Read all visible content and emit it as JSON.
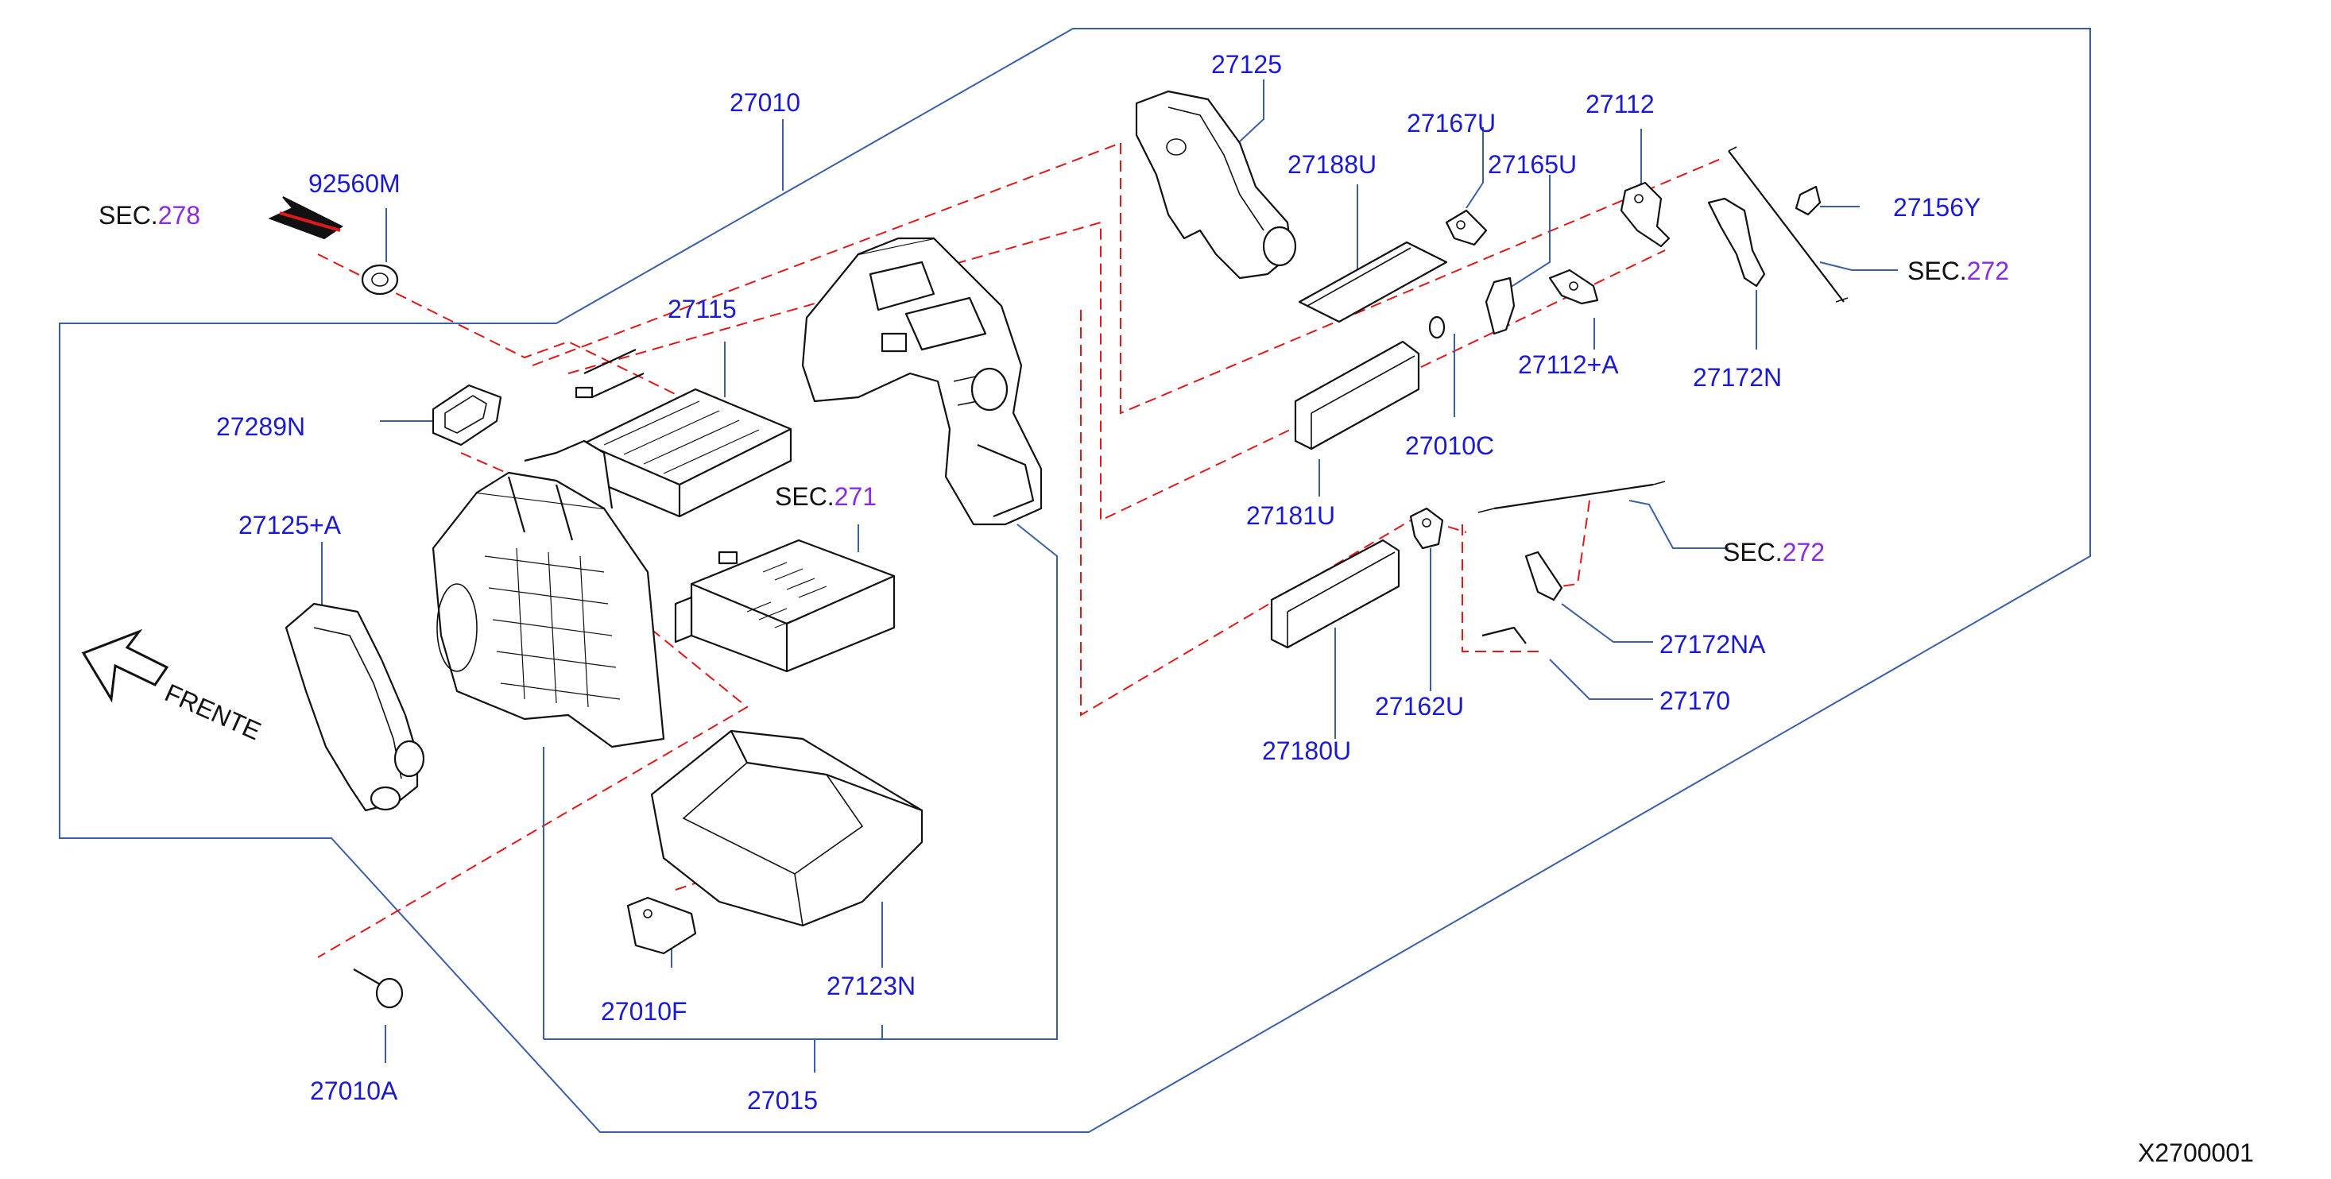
{
  "parts": {
    "p27010": "27010",
    "p92560M": "92560M",
    "p27115": "27115",
    "p27289N": "27289N",
    "p27125A": "27125+A",
    "p27125": "27125",
    "p27188U": "27188U",
    "p27167U": "27167U",
    "p27165U": "27165U",
    "p27112": "27112",
    "p27156Y": "27156Y",
    "p27112A": "27112+A",
    "p27172N": "27172N",
    "p27010C": "27010C",
    "p27181U": "27181U",
    "p27180U": "27180U",
    "p27162U": "27162U",
    "p27172NA": "27172NA",
    "p27170": "27170",
    "p27010F": "27010F",
    "p27123N": "27123N",
    "p27010A": "27010A",
    "p27015": "27015"
  },
  "sections": {
    "s278": {
      "prefix": "SEC.",
      "num": "278"
    },
    "s271": {
      "prefix": "SEC.",
      "num": "271"
    },
    "s272a": {
      "prefix": "SEC.",
      "num": "272"
    },
    "s272b": {
      "prefix": "SEC.",
      "num": "272"
    }
  },
  "direction_label": "FRENTE",
  "diagram_ref": "X2700001",
  "colors": {
    "part_number": "#1a1ad6",
    "section_number": "#8a2be2",
    "outline": "#3a5fa8",
    "hidden_line": "#e01818"
  }
}
